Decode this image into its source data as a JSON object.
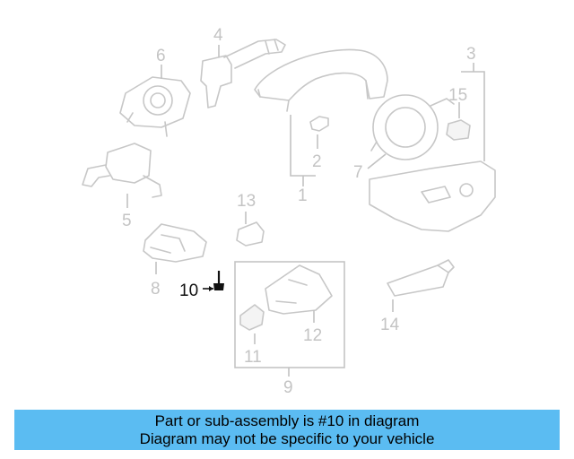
{
  "callouts": {
    "c1": "1",
    "c2": "2",
    "c3": "3",
    "c4": "4",
    "c5": "5",
    "c6": "6",
    "c7": "7",
    "c8": "8",
    "c9": "9",
    "c10": "10",
    "c11": "11",
    "c12": "12",
    "c13": "13",
    "c14": "14",
    "c15": "15"
  },
  "highlighted_part": "10",
  "banner": {
    "line1": "Part or sub-assembly is #10 in diagram",
    "line2": "Diagram may not be specific to your vehicle"
  },
  "colors": {
    "banner_bg": "#5bbcf2",
    "ghost_parts": "#c7c7c7",
    "highlight": "#111111"
  }
}
